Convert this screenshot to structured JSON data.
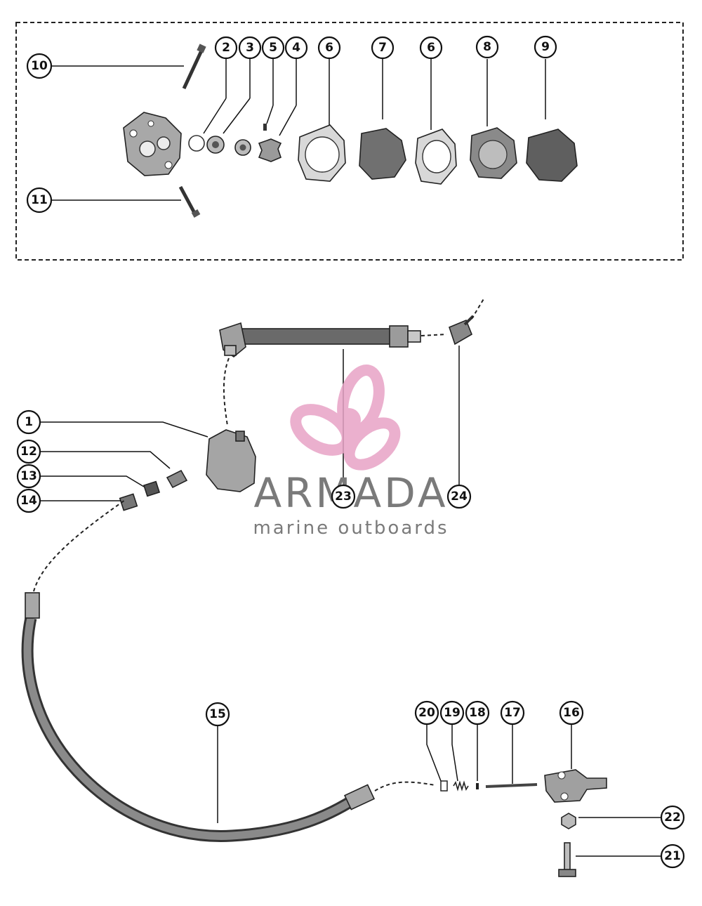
{
  "callouts": {
    "c1": "1",
    "c2": "2",
    "c3": "3",
    "c4": "4",
    "c5": "5",
    "c6a": "6",
    "c6b": "6",
    "c7": "7",
    "c8": "8",
    "c9": "9",
    "c10": "10",
    "c11": "11",
    "c12": "12",
    "c13": "13",
    "c14": "14",
    "c15": "15",
    "c16": "16",
    "c17": "17",
    "c18": "18",
    "c19": "19",
    "c20": "20",
    "c21": "21",
    "c22": "22",
    "c23": "23",
    "c24": "24"
  },
  "watermark": {
    "title": "ARMADA",
    "subtitle": "marine outboards",
    "logo_color": "#e8a3c6",
    "text_color": "#7a7a7a"
  },
  "colors": {
    "line": "#111111",
    "part_fill": "#9a9a9a",
    "hose_fill": "#6e6e6e",
    "background": "#ffffff"
  }
}
